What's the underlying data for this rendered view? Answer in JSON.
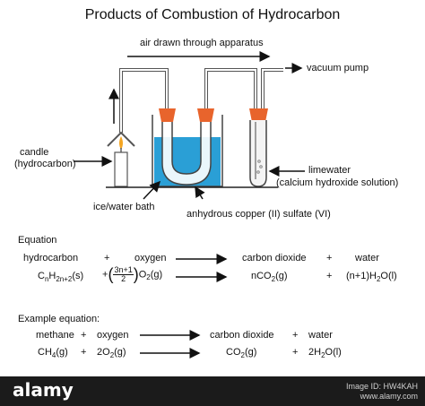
{
  "title": "Products of Combustion of Hydrocarbon",
  "labels": {
    "air_flow": "air drawn through apparatus",
    "vacuum_pump": "vacuum pump",
    "candle_1": "candle",
    "candle_2": "(hydrocarbon)",
    "ice_bath": "ice/water bath",
    "copper_sulfate": "anhydrous copper (II) sulfate (VI)",
    "limewater_1": "limewater",
    "limewater_2": "(calcium hydroxide solution)"
  },
  "equation": {
    "heading": "Equation",
    "words": [
      "hydrocarbon",
      "+",
      "oxygen",
      "carbon dioxide",
      "+",
      "water"
    ],
    "formula": {
      "reactant1_main": "C",
      "reactant1_n": "n",
      "reactant1_H": "H",
      "reactant1_sub": "2n+2",
      "reactant1_state": "(s)",
      "plus1": "+",
      "frac_num": "3n+1",
      "frac_den": "2",
      "o2_main": "O",
      "o2_sub": "2",
      "o2_state": "(g)",
      "co2_pre": "nCO",
      "co2_sub": "2",
      "co2_state": "(g)",
      "plus2": "+",
      "h2o_pre": "(n+1)H",
      "h2o_sub": "2",
      "h2o_state": "O(l)"
    }
  },
  "example": {
    "heading": "Example equation:",
    "words": [
      "methane",
      "+",
      "oxygen",
      "carbon dioxide",
      "+",
      "water"
    ],
    "f1_main": "CH",
    "f1_sub": "4",
    "f1_state": "(g)",
    "plus1": "+",
    "f2_main": "2O",
    "f2_sub": "2",
    "f2_state": "(g)",
    "f3_main": "CO",
    "f3_sub": "2",
    "f3_state": "(g)",
    "plus2": "+",
    "f4_main": "2H",
    "f4_sub": "2",
    "f4_state": "O(l)"
  },
  "footer": {
    "logo": "alamy",
    "id_1": "Image ID: HW4KAH",
    "id_2": "www.alamy.com"
  },
  "colors": {
    "stopper": "#e8642c",
    "ice_water": "#2a9fd6",
    "glass": "#444444",
    "flame": "#f5a623"
  }
}
